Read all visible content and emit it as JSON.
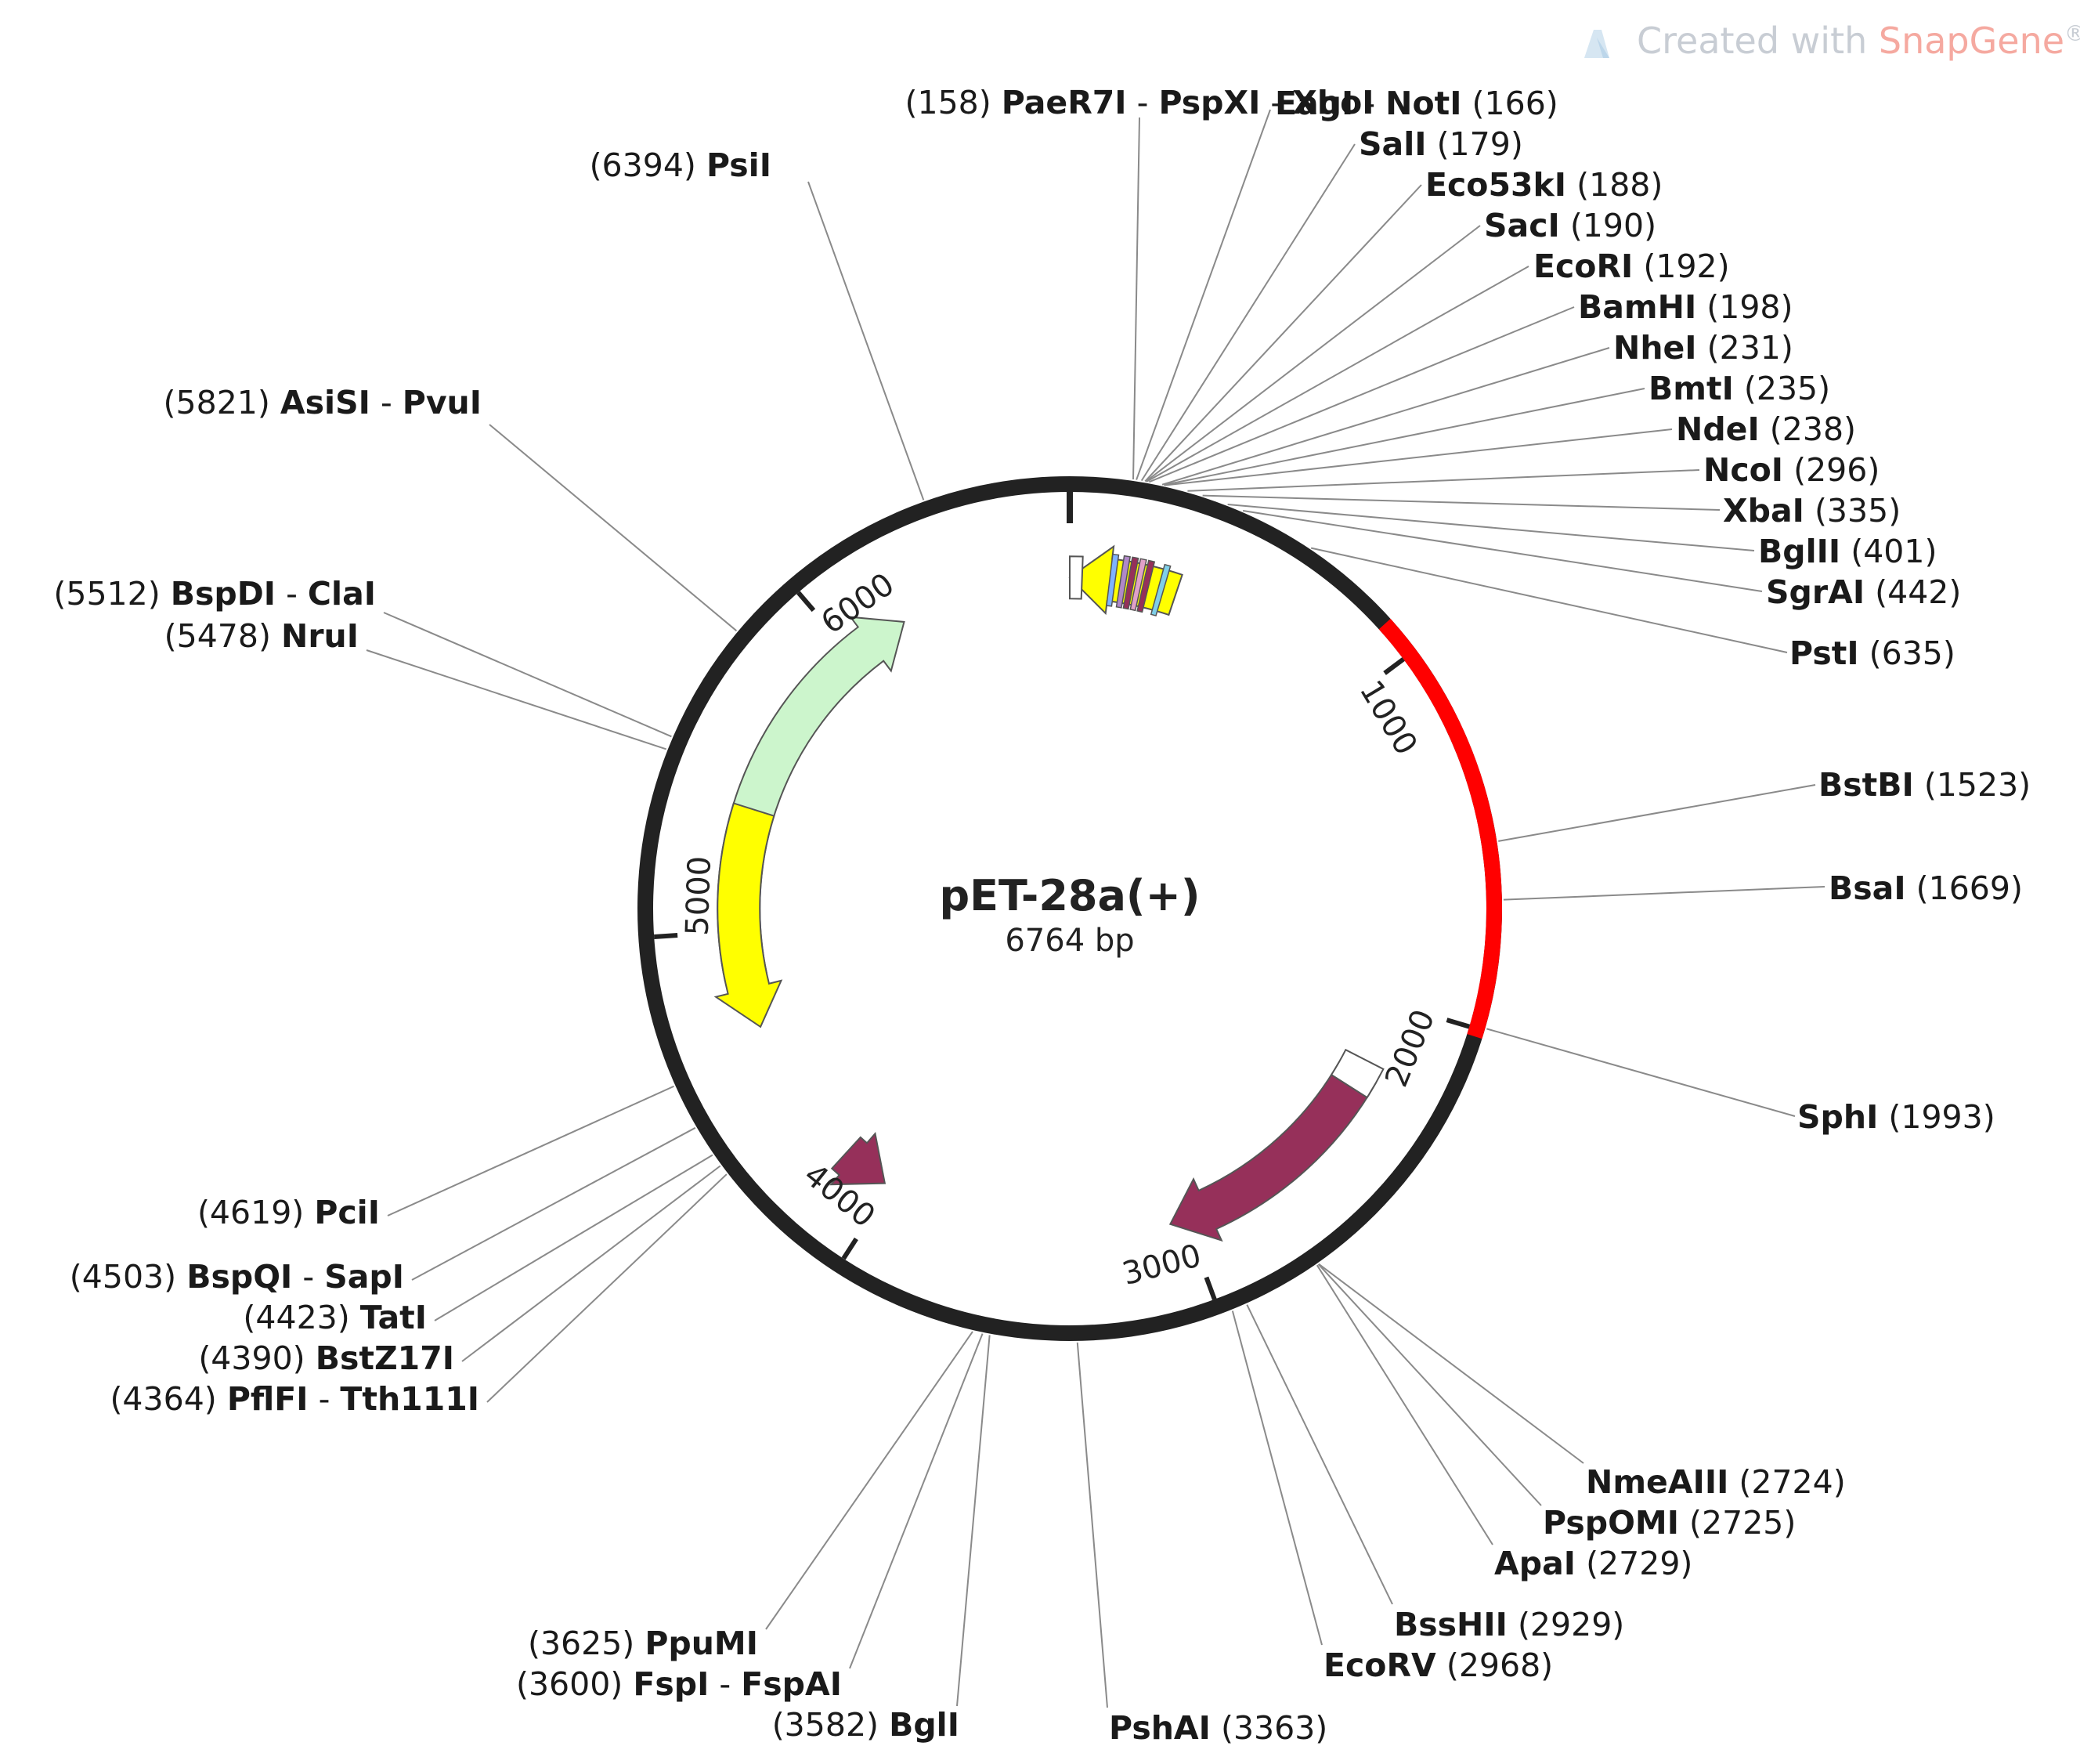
{
  "watermark": {
    "prefix": "Created with ",
    "brand": "SnapGene",
    "mark": "®",
    "accent_color": "#f5a9a0",
    "text_color": "#c8cdd4",
    "icon": "snapgene-logo-icon"
  },
  "plasmid": {
    "name": "pET-28a(+)",
    "size_label": "6764 bp",
    "length": 6764,
    "backbone_color": "#222222",
    "highlight_color": "#ff0000",
    "highlight_range": [
      900,
      2020
    ]
  },
  "ticks": [
    {
      "label": "1000",
      "pos": 1000
    },
    {
      "label": "2000",
      "pos": 2000
    },
    {
      "label": "3000",
      "pos": 3000
    },
    {
      "label": "4000",
      "pos": 4000
    },
    {
      "label": "5000",
      "pos": 5000
    },
    {
      "label": "6000",
      "pos": 6000
    }
  ],
  "features": [
    {
      "id": "feature-arrow-yellow-top",
      "color": "#ffff00",
      "start": 350,
      "end": 0,
      "radius": 0.78,
      "shape": "arrow"
    },
    {
      "id": "feature-arrow-green",
      "color": "#ccf5cc",
      "start": 4850,
      "end": 6200,
      "radius": 0.78,
      "shape": "arrow"
    },
    {
      "id": "feature-arrow-yellow-left",
      "color": "#ffff00",
      "start": 5400,
      "end": 4680,
      "radius": 0.78,
      "shape": "arrow"
    },
    {
      "id": "feature-arrow-maroon",
      "color": "#96305a",
      "start": 2250,
      "end": 3050,
      "radius": 0.78,
      "shape": "arrow"
    },
    {
      "id": "feature-arrow-maroon-small",
      "color": "#96305a",
      "start": 4180,
      "end": 4020,
      "radius": 0.78,
      "shape": "arrow"
    },
    {
      "id": "feature-box-white-top",
      "color": "#ffffff",
      "start": 0,
      "end": 40,
      "radius": 0.78,
      "shape": "box"
    },
    {
      "id": "feature-box-white-right",
      "color": "#ffffff",
      "start": 2200,
      "end": 2300,
      "radius": 0.78,
      "shape": "box"
    }
  ],
  "small_features": [
    {
      "color": "#7fb3ff",
      "pos": 130
    },
    {
      "color": "#b088c8",
      "pos": 165
    },
    {
      "color": "#96305a",
      "pos": 190
    },
    {
      "color": "#e0a0c8",
      "pos": 215
    },
    {
      "color": "#96305a",
      "pos": 240
    },
    {
      "color": "#7fcfe8",
      "pos": 290
    }
  ],
  "sites": [
    {
      "pos": "(158)",
      "parts": [
        "PaeR7I",
        "PspXI",
        "XhoI"
      ],
      "site": 158
    },
    {
      "pos": "(6394)",
      "parts": [
        "PsiI"
      ],
      "site": 6394
    },
    {
      "pos": "(5821)",
      "parts": [
        "AsiSI",
        "PvuI"
      ],
      "site": 5821
    },
    {
      "pos": "(5512)",
      "parts": [
        "BspDI",
        "ClaI"
      ],
      "site": 5512
    },
    {
      "pos": "(5478)",
      "parts": [
        "NruI"
      ],
      "site": 5478
    },
    {
      "pos": "(4619)",
      "parts": [
        "PciI"
      ],
      "site": 4619
    },
    {
      "pos": "(4503)",
      "parts": [
        "BspQI",
        "SapI"
      ],
      "site": 4503
    },
    {
      "pos": "(4423)",
      "parts": [
        "TatI"
      ],
      "site": 4423
    },
    {
      "pos": "(4390)",
      "parts": [
        "BstZ17I"
      ],
      "site": 4390
    },
    {
      "pos": "(4364)",
      "parts": [
        "PflFI",
        "Tth111I"
      ],
      "site": 4364
    },
    {
      "pos": "(3625)",
      "parts": [
        "PpuMI"
      ],
      "site": 3625
    },
    {
      "pos": "(3600)",
      "parts": [
        "FspI",
        "FspAI"
      ],
      "site": 3600
    },
    {
      "pos": "(3582)",
      "parts": [
        "BglI"
      ],
      "site": 3582
    },
    {
      "pos": "(3363)",
      "parts": [
        "PshAI"
      ],
      "site": 3363
    },
    {
      "pos": "(2968)",
      "parts": [
        "EcoRV"
      ],
      "site": 2968
    },
    {
      "pos": "(2929)",
      "parts": [
        "BssHII"
      ],
      "site": 2929
    },
    {
      "pos": "(2729)",
      "parts": [
        "ApaI"
      ],
      "site": 2729
    },
    {
      "pos": "(2725)",
      "parts": [
        "PspOMI"
      ],
      "site": 2725
    },
    {
      "pos": "(2724)",
      "parts": [
        "NmeAIII"
      ],
      "site": 2724
    },
    {
      "pos": "(1993)",
      "parts": [
        "SphI"
      ],
      "site": 1993
    },
    {
      "pos": "(1669)",
      "parts": [
        "BsaI"
      ],
      "site": 1669
    },
    {
      "pos": "(1523)",
      "parts": [
        "BstBI"
      ],
      "site": 1523
    },
    {
      "pos": "(635)",
      "parts": [
        "PstI"
      ],
      "site": 635
    },
    {
      "pos": "(442)",
      "parts": [
        "SgrAI"
      ],
      "site": 442
    },
    {
      "pos": "(401)",
      "parts": [
        "BglII"
      ],
      "site": 401
    },
    {
      "pos": "(335)",
      "parts": [
        "XbaI"
      ],
      "site": 335
    },
    {
      "pos": "(296)",
      "parts": [
        "NcoI"
      ],
      "site": 296
    },
    {
      "pos": "(238)",
      "parts": [
        "NdeI"
      ],
      "site": 238
    },
    {
      "pos": "(235)",
      "parts": [
        "BmtI"
      ],
      "site": 235
    },
    {
      "pos": "(231)",
      "parts": [
        "NheI"
      ],
      "site": 231
    },
    {
      "pos": "(198)",
      "parts": [
        "BamHI"
      ],
      "site": 198
    },
    {
      "pos": "(192)",
      "parts": [
        "EcoRI"
      ],
      "site": 192
    },
    {
      "pos": "(190)",
      "parts": [
        "SacI"
      ],
      "site": 190
    },
    {
      "pos": "(188)",
      "parts": [
        "Eco53kI"
      ],
      "site": 188
    },
    {
      "pos": "(179)",
      "parts": [
        "SalI"
      ],
      "site": 179
    },
    {
      "pos": "(166)",
      "parts": [
        "EagI",
        "NotI"
      ],
      "site": 166
    }
  ]
}
